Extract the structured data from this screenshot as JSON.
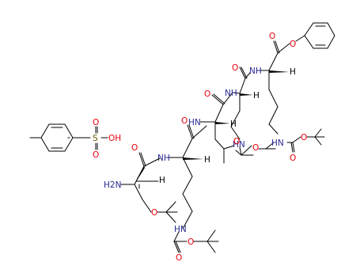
{
  "colors": {
    "oxygen": "#e8000b",
    "nitrogen": "#2b2a95",
    "sulfur": "#6b5a00",
    "carbon": "#000000",
    "background": "#ffffff"
  },
  "labels": {
    "tosyl_S": "S",
    "tosyl_O1": "O",
    "tosyl_O2": "O",
    "tosyl_OH": "OH",
    "ser_NH2": "H2N",
    "ser_H": "H",
    "ser_O_ether": "O",
    "ser_CO_O": "O",
    "lys1_NH": "NH",
    "lys1_H": "H",
    "lys1_CO_O": "O",
    "lys1_side_NH": "HN",
    "lys1_boc_O1": "O",
    "lys1_boc_O2": "O",
    "leu_NH": "HN",
    "leu_H": "H",
    "leu_CO_O": "O",
    "orn_NH": "NH",
    "orn_H": "H",
    "orn_CO_O": "O",
    "orn_side_NH": "HN",
    "orn_boc_O1": "O",
    "orn_boc_O2": "O",
    "lys2_NH": "NH",
    "lys2_H": "H",
    "lys2_ester_O": "O",
    "lys2_CO_O": "O",
    "lys2_side_NH": "HN",
    "lys2_boc_O1": "O",
    "lys2_boc_O2": "O"
  }
}
